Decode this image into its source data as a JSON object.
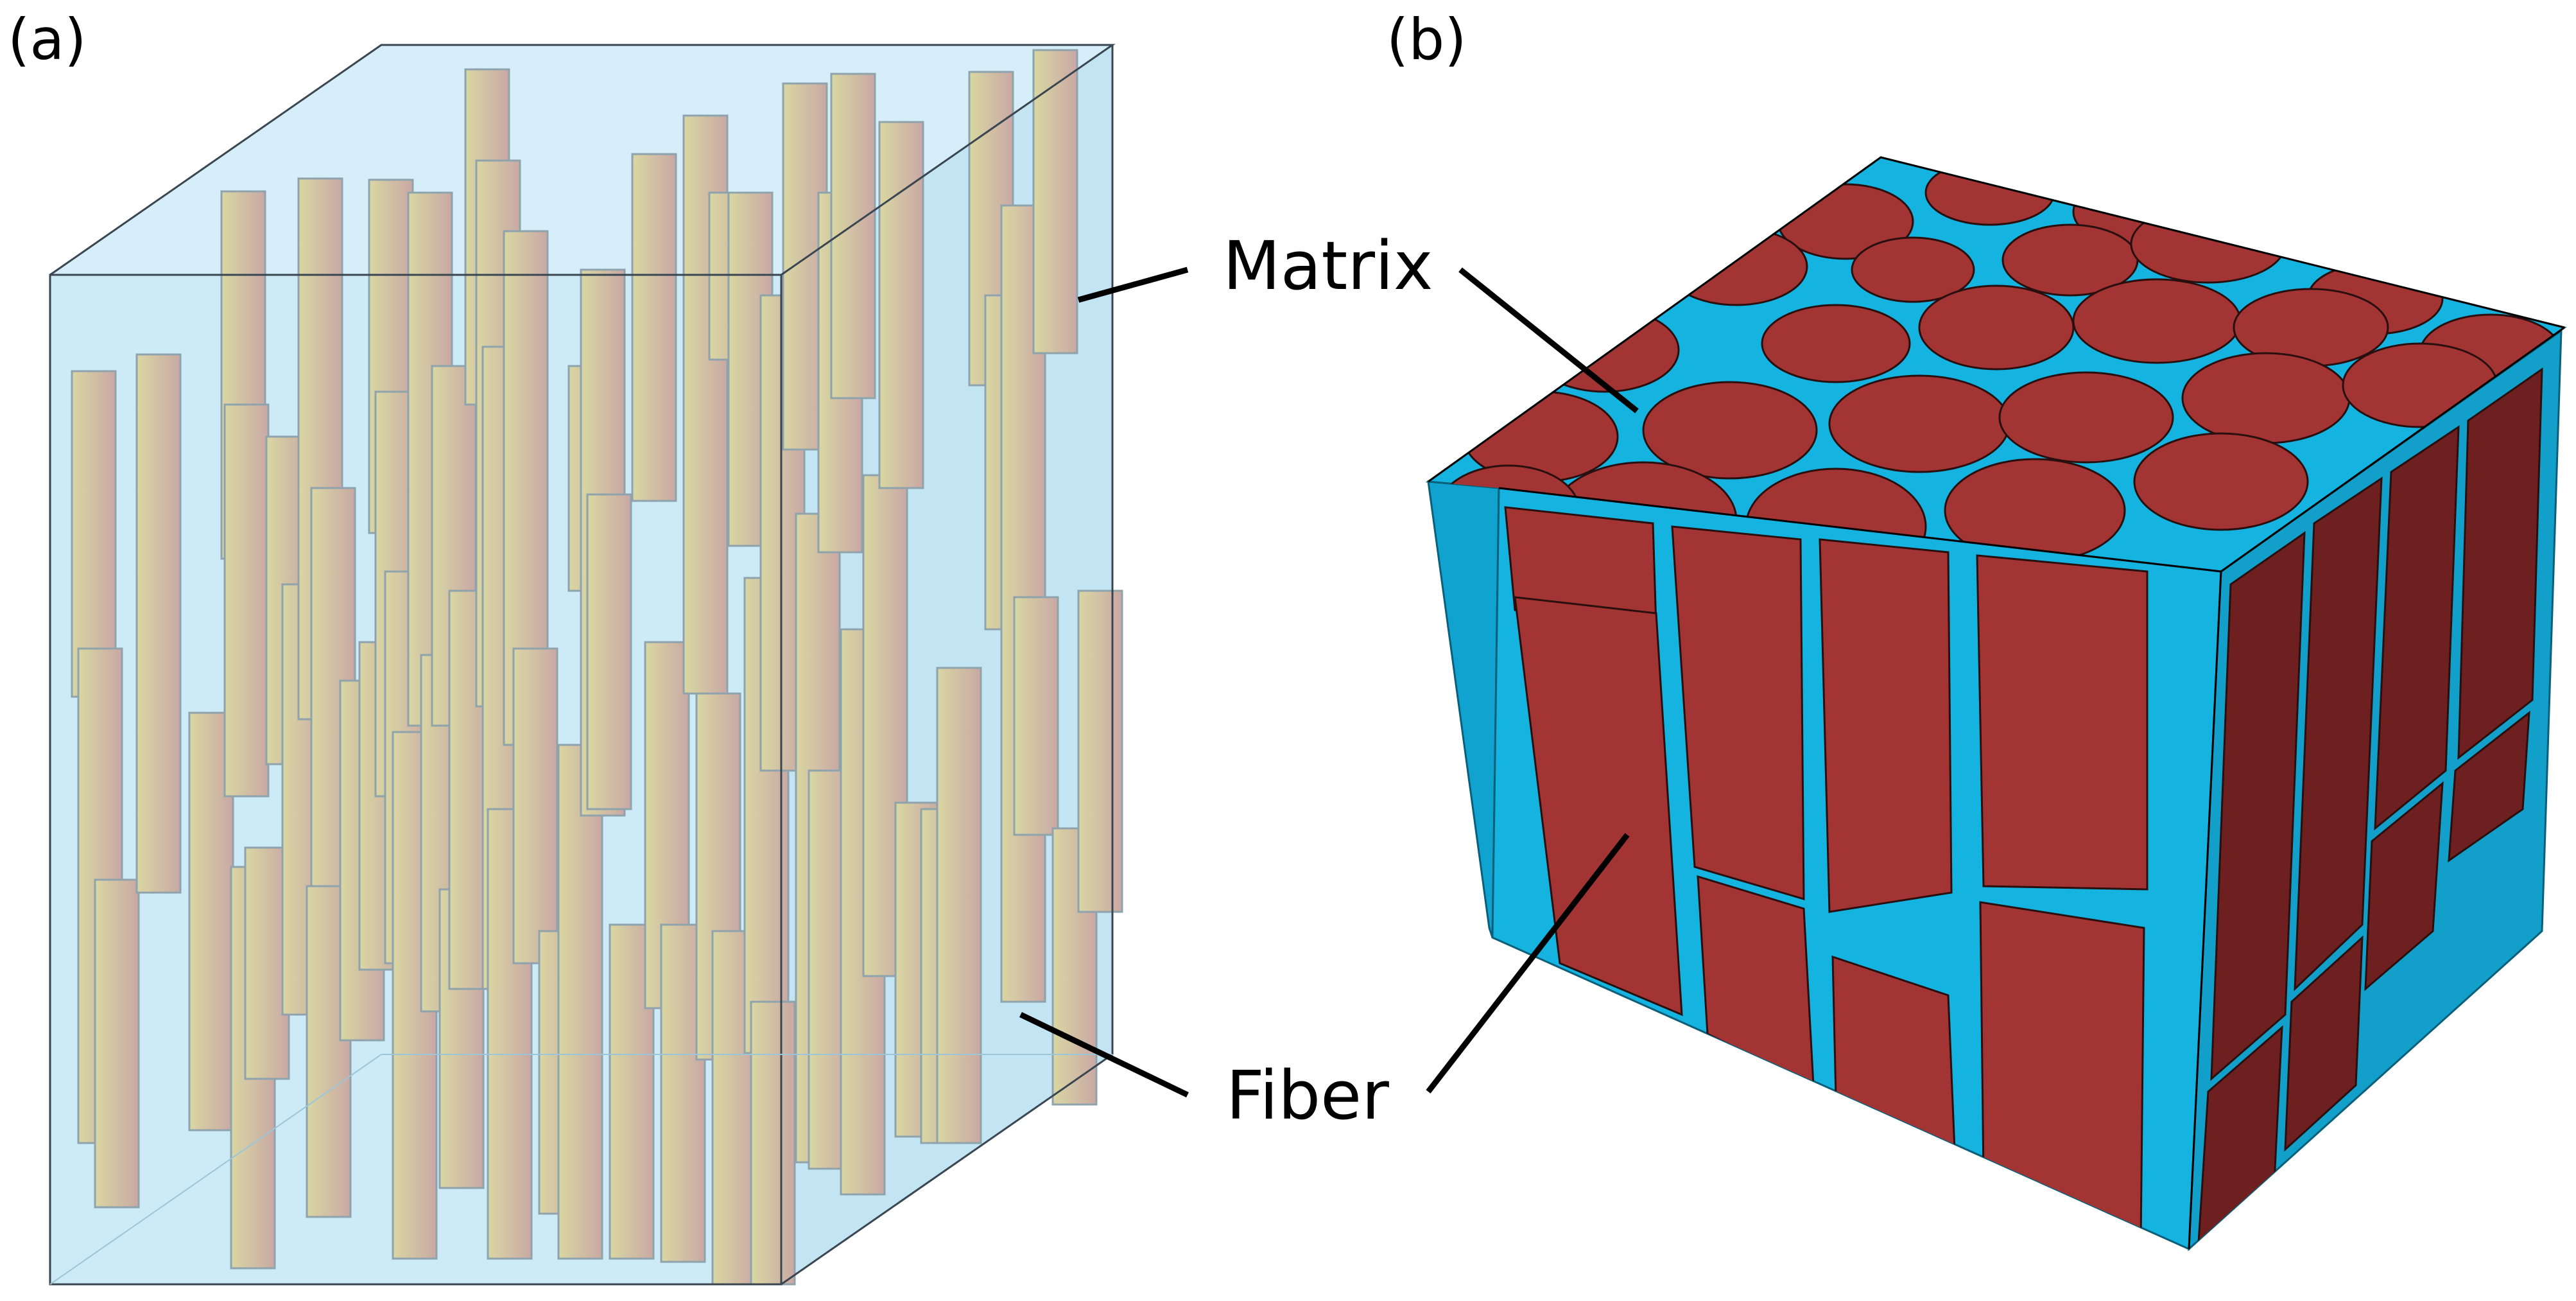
{
  "panel_a": {
    "label": "(a)",
    "callout_matrix": "Matrix",
    "callout_fiber": "Fiber"
  },
  "panel_b": {
    "label": "(b)"
  },
  "colors": {
    "box_fill": "#cdeaf7",
    "box_edge": "#3a4650",
    "fiber_light": "#d9d7a3",
    "fiber_dark": "#c9a8a4",
    "fiber_edge": "#8fa3ad",
    "matrix_blue": "#14b3e0",
    "fiber_red": "#a33434",
    "fiber_red_shadow": "#6e2020",
    "ink": "#000000"
  }
}
